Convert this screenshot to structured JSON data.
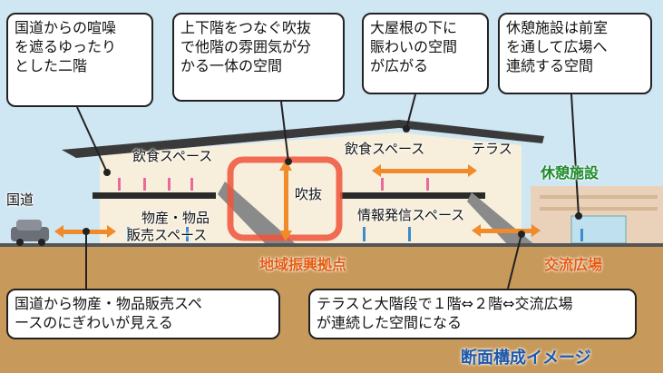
{
  "callouts": {
    "c1": "国道からの喧噪\nを遮るゆったり\nとした二階",
    "c2": "上下階をつなぐ吹抜\nで他階の雰囲気が分\nかる一体の空間",
    "c3": "大屋根の下に\n賑わいの空間\nが広がる",
    "c4": "休憩施設は前室\nを通して広場へ\n連続する空間",
    "c5": "国道から物産・物品販売スペ\nースのにぎわいが見える",
    "c6": "テラスと大階段で１階⇔２階⇔交流広場\nが連続した空間になる"
  },
  "labels": {
    "kokudo": "国道",
    "inshoku_left": "飲食スペース",
    "inshoku_right": "飲食スペース",
    "terrace": "テラス",
    "fukinuke": "吹抜",
    "bussan_1": "物産・物品",
    "bussan_2": "販売スペース",
    "joho": "情報発信スペース",
    "kyukei": "休憩施設",
    "chiiki": "地域振興拠点",
    "koryu": "交流広場",
    "image_title": "断面構成イメージ"
  },
  "colors": {
    "sky": "#cfe6f3",
    "ground": "#c79a5c",
    "building_wall": "#f7efdc",
    "roof": "#3a3a3a",
    "accent_orange": "#e45c0f",
    "accent_green": "#1e8a2c",
    "title_blue": "#1f58a8"
  }
}
